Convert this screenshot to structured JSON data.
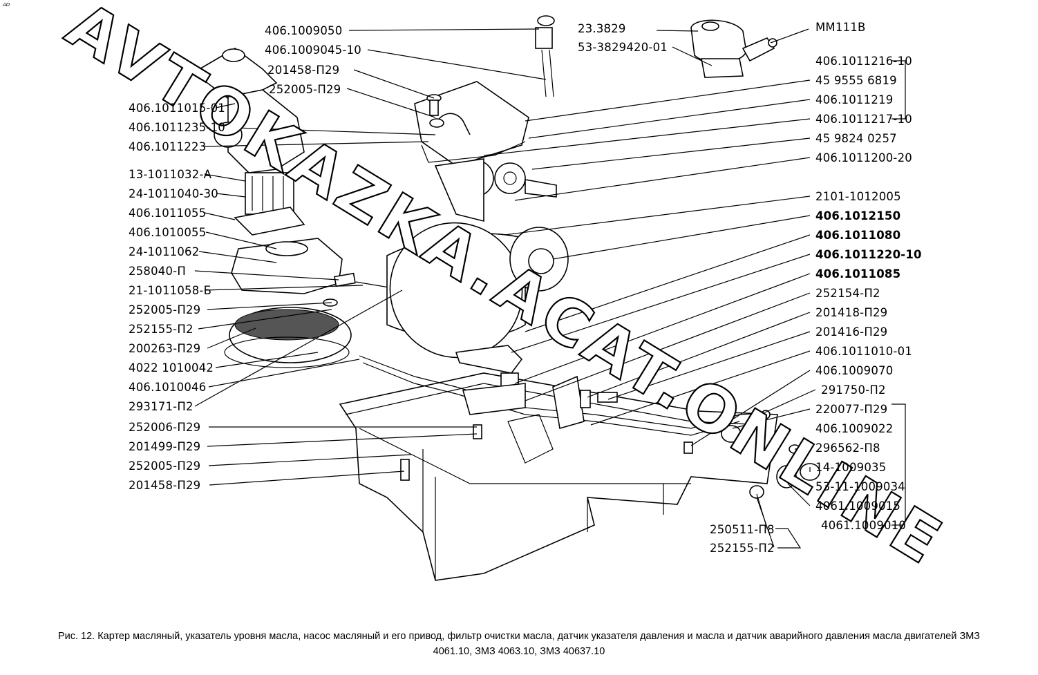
{
  "corner_mark": "AD",
  "watermark": "AVTOKAZKA.ACAT.ONLINE",
  "caption_line1": "Рис. 12. Картер масляный, указатель уровня масла, насос масляный и его привод, фильтр очистки масла, датчик указателя давления и масла и датчик аварийного давления масла двигателей ЗМЗ",
  "caption_line2": "4061.10, ЗМЗ 4063.10, ЗМЗ 40637.10",
  "labels_top": {
    "dipstick": "406.1009050",
    "dipstick_tube": "406.1009045-10",
    "bolt_a": "201458-П29",
    "washer_a": "252005-П29",
    "sensor": "23.3829",
    "sensor_alt": "53-3829420-01",
    "alarm_sensor": "ММ111В"
  },
  "labels_left": [
    "406.1011015-01",
    "406.1011235-10",
    "406.1011223",
    "13-1011032-А",
    "24-1011040-30",
    "406.1011055",
    "406.1010055",
    "24-1011062",
    "258040-П",
    "21-1011058-Б",
    "252005-П29",
    "252155-П2",
    "200263-П29",
    "4022 1010042",
    "406.1010046",
    "293171-П2",
    "252006-П29",
    "201499-П29",
    "252005-П29",
    "201458-П29"
  ],
  "labels_right": [
    "406.1011216-10",
    "45 9555 6819",
    "406.1011219",
    "406.1011217-10",
    "45 9824 0257",
    "406.1011200-20",
    "2101-1012005",
    "406.1012150",
    "406.1011080",
    "406.1011220-10",
    "406.1011085",
    "252154-П2",
    "201418-П29",
    "201416-П29",
    "406.1011010-01",
    "406.1009070",
    "291750-П2",
    "220077-П29",
    "406.1009022",
    "296562-П8",
    "14-1009035",
    "53-11-1009034",
    "4061.1009015",
    "4061.1009010"
  ],
  "labels_bottom": [
    "250511-П8",
    "252155-П2"
  ]
}
